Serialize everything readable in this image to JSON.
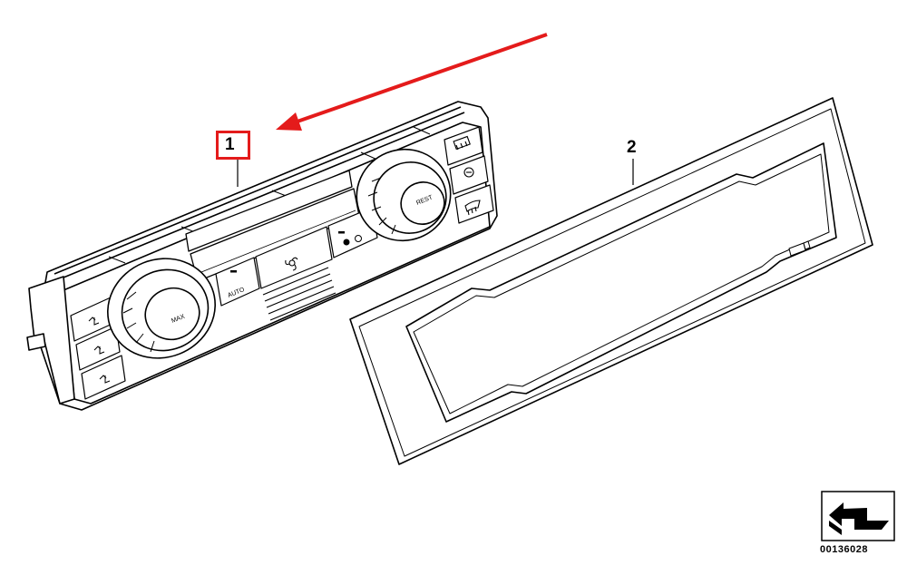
{
  "callouts": {
    "part_1": "1",
    "part_2": "2"
  },
  "panel_labels": {
    "auto": "AUTO",
    "max": "MAX",
    "rest": "REST"
  },
  "reference_number": "00136028",
  "colors": {
    "highlight": "#e41b1b",
    "line": "#000000",
    "background": "#ffffff"
  },
  "icons": [
    "fan-icon",
    "rear-defrost-icon",
    "front-defrost-icon",
    "recirculation-icon",
    "air-distribution-icon",
    "orientation-arrow-icon"
  ]
}
